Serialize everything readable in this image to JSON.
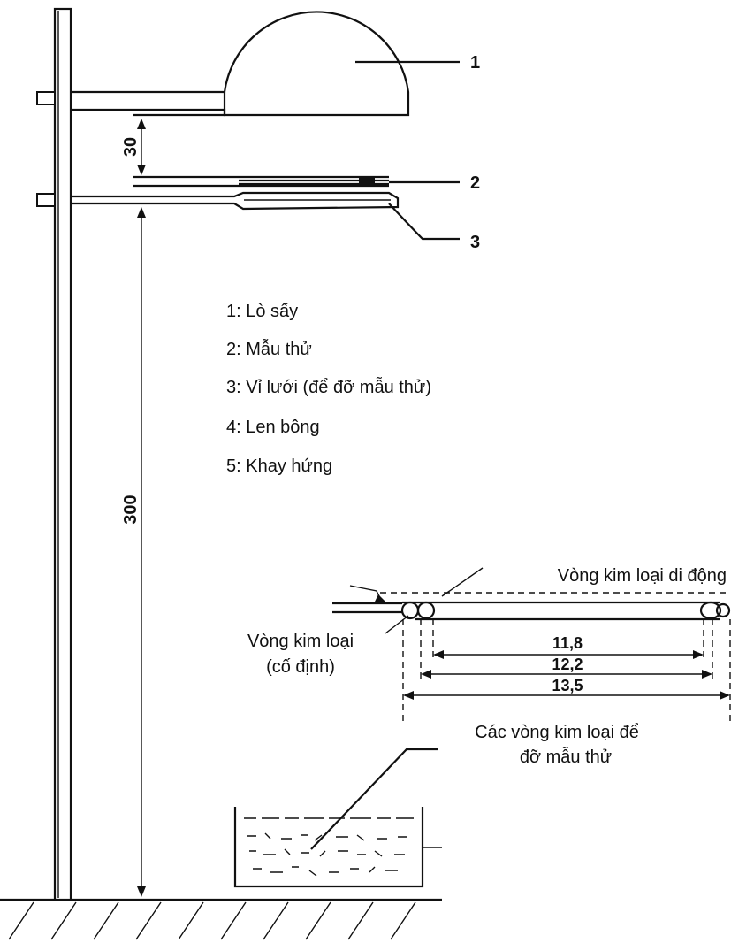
{
  "callouts": [
    "1",
    "2",
    "3"
  ],
  "dimensions": {
    "gap_top": "30",
    "height": "300",
    "ring_inner": "11,8",
    "ring_middle": "12,2",
    "ring_outer": "13,5"
  },
  "legend": [
    "1: Lò sấy",
    "2: Mẫu thử",
    "3: Vỉ lưới (để đỡ mẫu thử)",
    "4: Len bông",
    "5: Khay hứng"
  ],
  "detail": {
    "movable_ring": "Vòng kim loại di động",
    "fixed_ring_line1": "Vòng kim loại",
    "fixed_ring_line2": "(cố định)",
    "caption_line1": "Các vòng kim loại để",
    "caption_line2": "đỡ mẫu thử"
  }
}
